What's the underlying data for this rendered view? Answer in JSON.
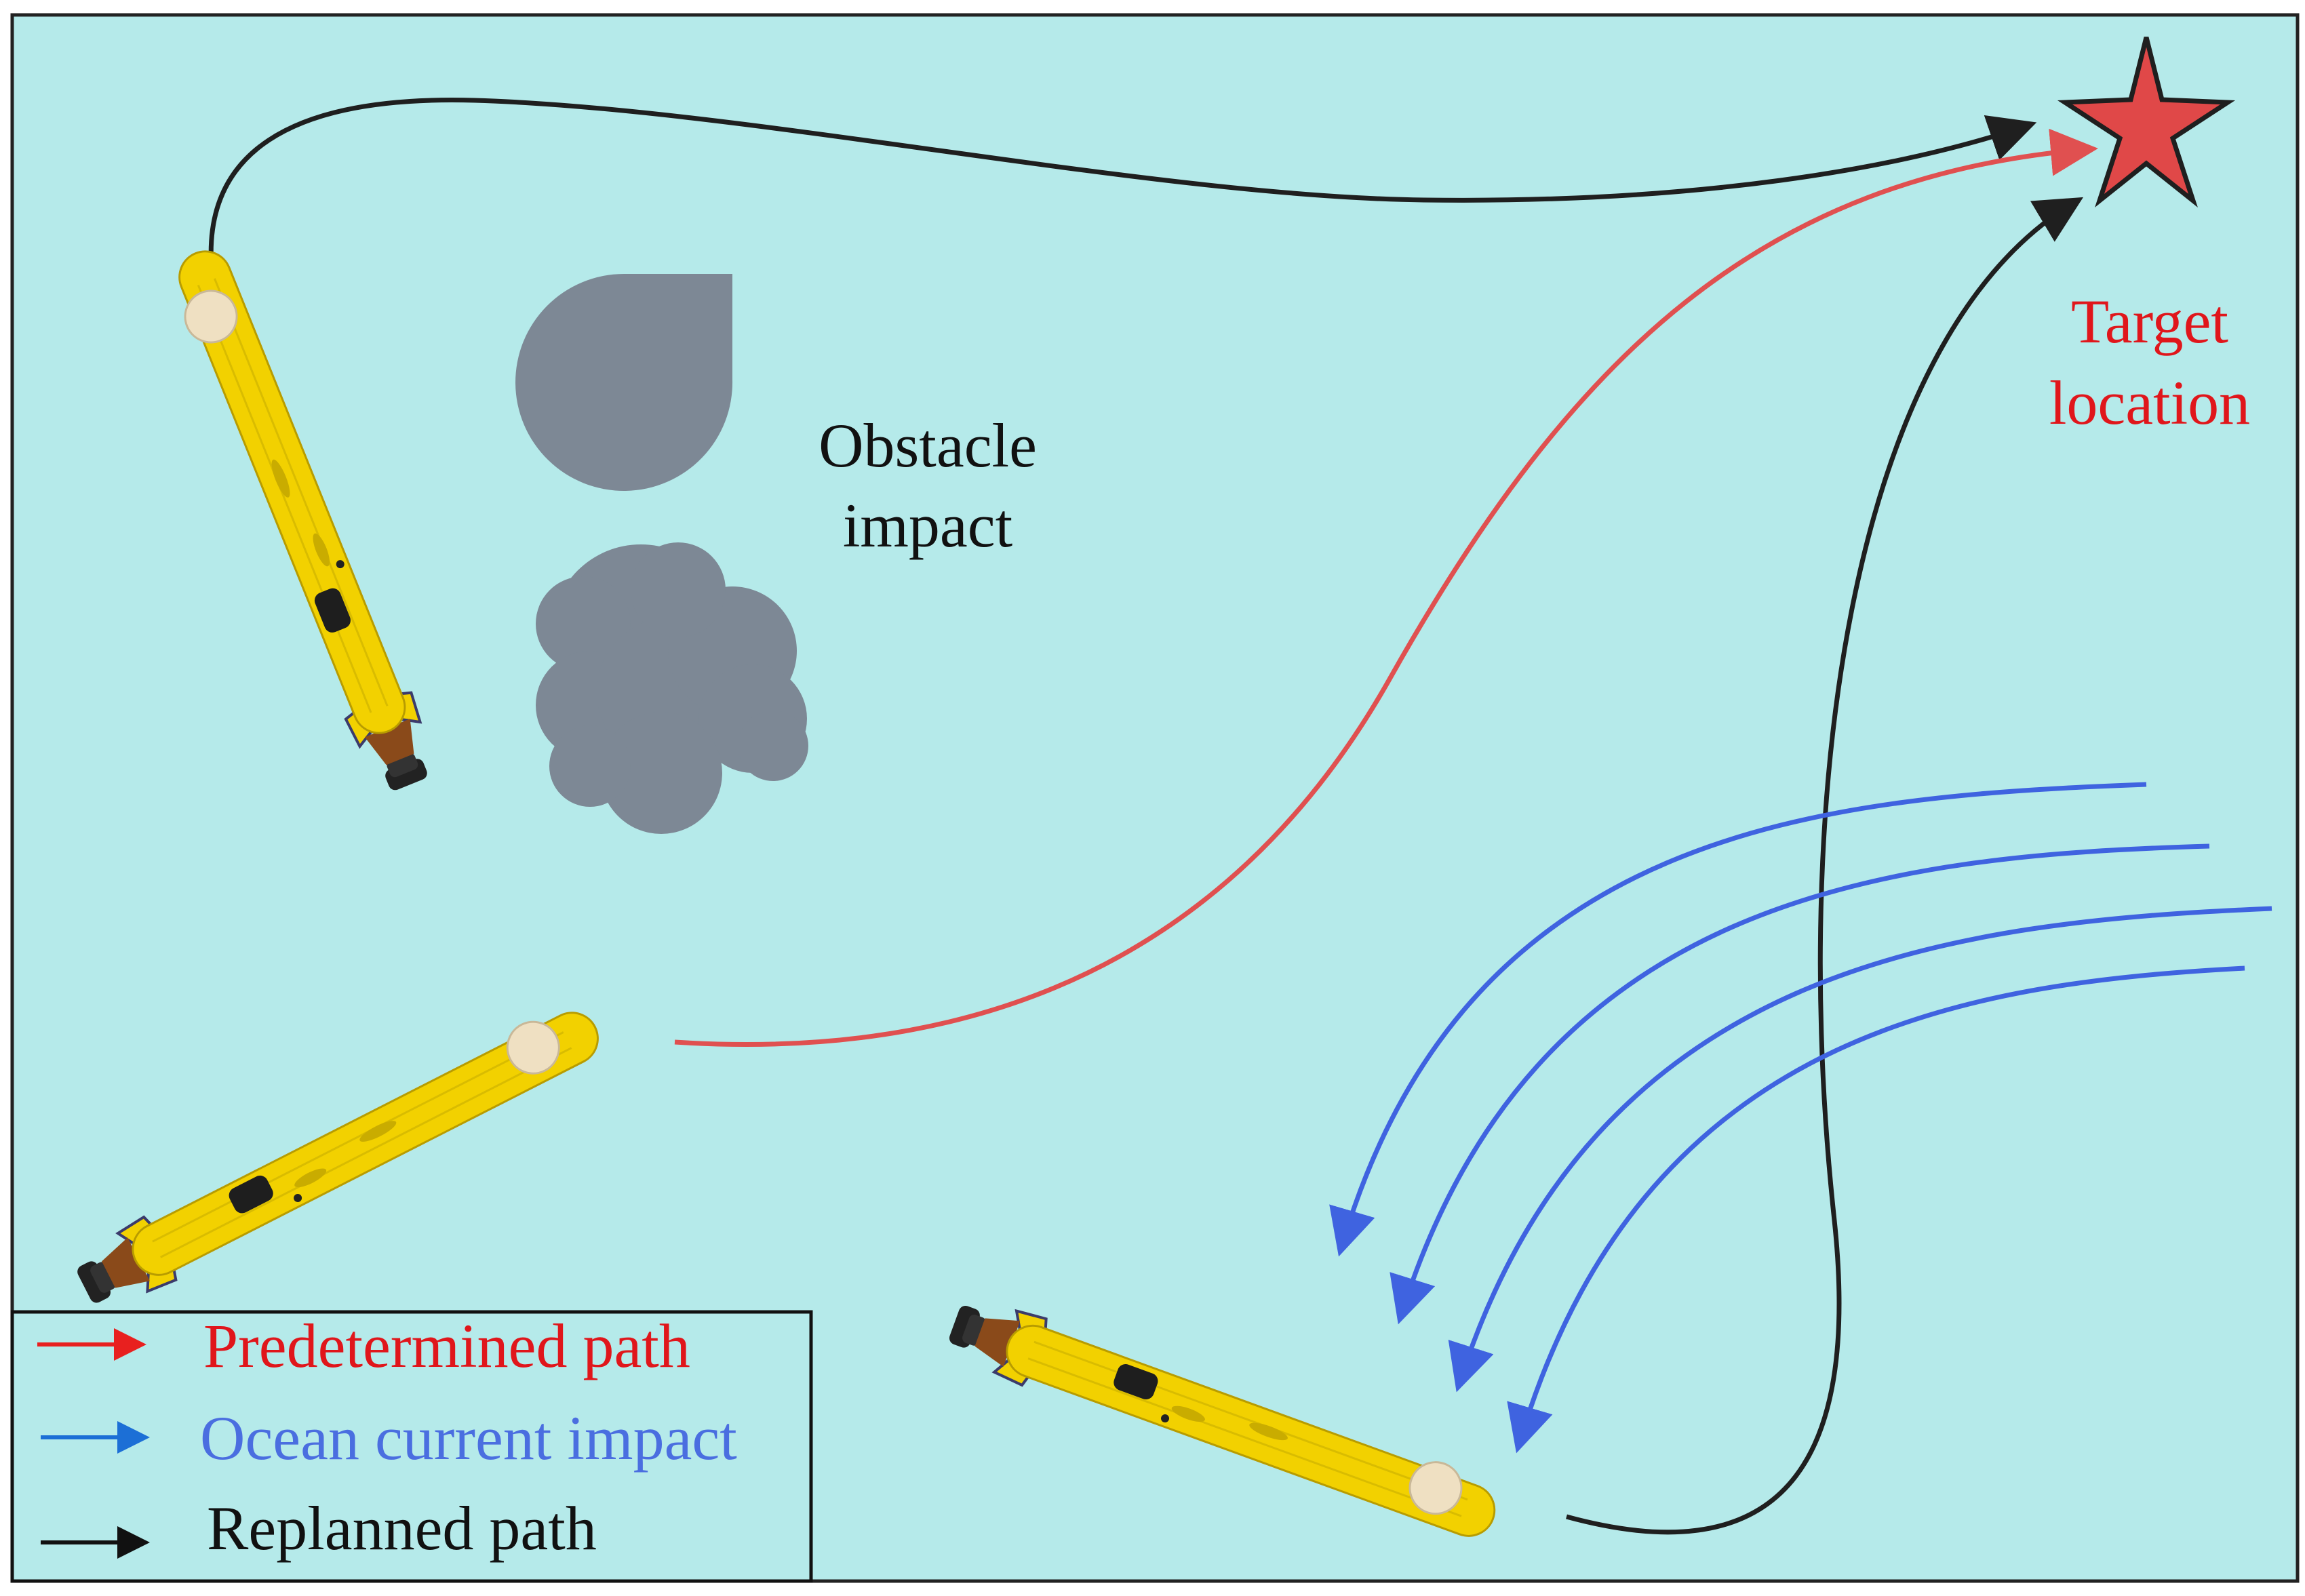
{
  "colors": {
    "water": "#b5eaea",
    "border": "#222222",
    "obstacle": "#7d8895",
    "predetermined": "#e05050",
    "current": "#3f63e0",
    "replanned": "#1f1f1f",
    "target_fill": "#e04848",
    "auv_body": "#f2d100",
    "auv_dark": "#222222",
    "antenna": "#efe0c2",
    "label_red": "#e0161b",
    "label_blue": "#4a6ee0",
    "label_black": "#111111"
  },
  "labels": {
    "obstacle_line1": "Obstacle",
    "obstacle_line2": "impact",
    "target_line1": "Target",
    "target_line2": "location"
  },
  "legend": {
    "items": [
      {
        "label": "Predetermined path",
        "color": "#e0161b",
        "arrow_color": "#e8201f"
      },
      {
        "label": "Ocean current impact",
        "color": "#4a6ee0",
        "arrow_color": "#1c6fd6"
      },
      {
        "label": "Replanned path",
        "color": "#111111",
        "arrow_color": "#111111"
      }
    ]
  },
  "icons": {
    "target": "star-icon",
    "vehicle": "auv-icon",
    "obstacle": "obstacle-shape"
  }
}
